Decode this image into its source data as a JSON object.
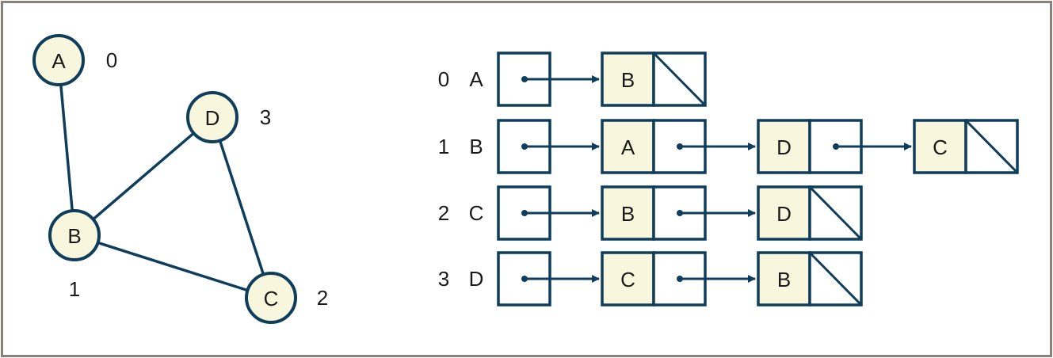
{
  "colors": {
    "stroke": "#0f3d5c",
    "node_fill": "#f8f6dc",
    "frame": "#8a817c",
    "text": "#1a1a1a"
  },
  "graph": {
    "nodes": [
      {
        "id": "A",
        "label": "A",
        "index_label": "0"
      },
      {
        "id": "B",
        "label": "B",
        "index_label": "1"
      },
      {
        "id": "C",
        "label": "C",
        "index_label": "2"
      },
      {
        "id": "D",
        "label": "D",
        "index_label": "3"
      }
    ],
    "edges": [
      [
        "A",
        "B"
      ],
      [
        "B",
        "D"
      ],
      [
        "B",
        "C"
      ],
      [
        "D",
        "C"
      ]
    ]
  },
  "adjacency_list": {
    "rows": [
      {
        "index": "0",
        "vertex": "A",
        "neighbors": [
          "B"
        ]
      },
      {
        "index": "1",
        "vertex": "B",
        "neighbors": [
          "A",
          "D",
          "C"
        ]
      },
      {
        "index": "2",
        "vertex": "C",
        "neighbors": [
          "B",
          "D"
        ]
      },
      {
        "index": "3",
        "vertex": "D",
        "neighbors": [
          "C",
          "B"
        ]
      }
    ]
  }
}
